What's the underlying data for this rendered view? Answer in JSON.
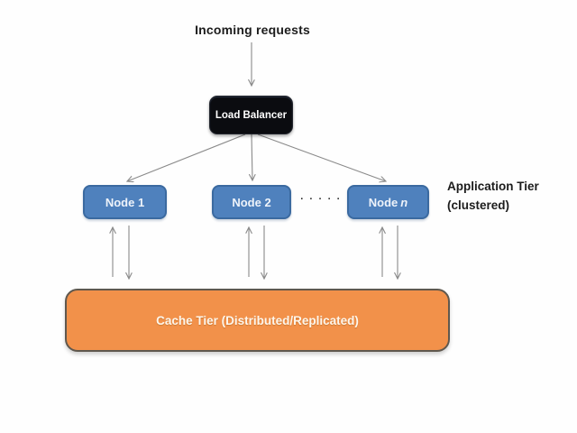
{
  "diagram": {
    "title": "Incoming requests",
    "load_balancer": {
      "label": "Load Balancer"
    },
    "nodes": [
      {
        "label": "Node 1"
      },
      {
        "label": "Node 2"
      },
      {
        "label": "Node",
        "suffix_italic": "n"
      }
    ],
    "ellipsis": ". . . . .",
    "application_tier_label": {
      "line1": "Application Tier",
      "line2": "(clustered)"
    },
    "cache_tier": {
      "label": "Cache Tier (Distributed/Replicated)"
    }
  },
  "colors": {
    "node_fill": "#4f81bd",
    "node_border": "#3b6aa0",
    "node_text": "#eef3fa",
    "lb_fill": "#0b0c10",
    "lb_text": "#ffffff",
    "cache_fill": "#f2914a",
    "cache_border": "#5f584e",
    "cache_text": "#fdf6ec",
    "arrow": "#8a8a8a",
    "label_text": "#1c1c1c",
    "background": "#fefefe"
  }
}
